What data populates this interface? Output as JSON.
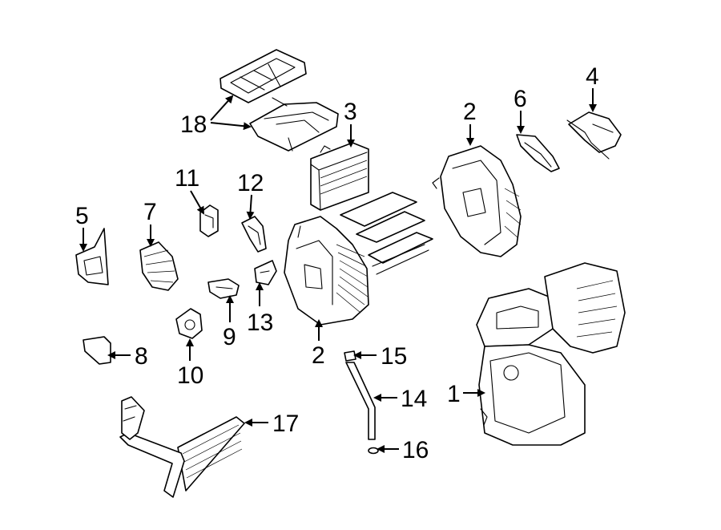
{
  "diagram": {
    "style": {
      "line_color": "#000000",
      "background": "#ffffff"
    },
    "callouts": [
      {
        "id": "c1",
        "label": "1"
      },
      {
        "id": "c2a",
        "label": "2"
      },
      {
        "id": "c2b",
        "label": "2"
      },
      {
        "id": "c3",
        "label": "3"
      },
      {
        "id": "c4",
        "label": "4"
      },
      {
        "id": "c5",
        "label": "5"
      },
      {
        "id": "c6",
        "label": "6"
      },
      {
        "id": "c7",
        "label": "7"
      },
      {
        "id": "c8",
        "label": "8"
      },
      {
        "id": "c9",
        "label": "9"
      },
      {
        "id": "c10",
        "label": "10"
      },
      {
        "id": "c11",
        "label": "11"
      },
      {
        "id": "c12",
        "label": "12"
      },
      {
        "id": "c13",
        "label": "13"
      },
      {
        "id": "c14",
        "label": "14"
      },
      {
        "id": "c15",
        "label": "15"
      },
      {
        "id": "c16",
        "label": "16"
      },
      {
        "id": "c17",
        "label": "17"
      },
      {
        "id": "c18",
        "label": "18"
      }
    ]
  }
}
